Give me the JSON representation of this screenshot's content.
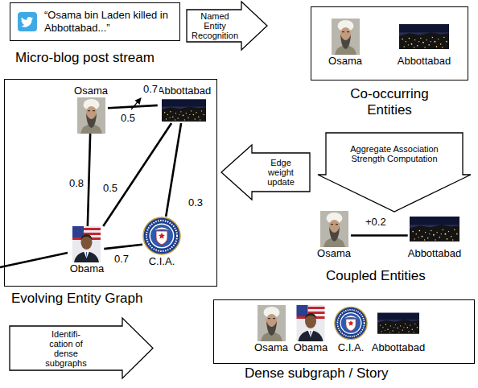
{
  "diagram": {
    "nodes": [
      {
        "text": [
          "“Osama bin Laden killed in Abbottabad...”",
          "Micro-blog post stream"
        ]
      },
      {
        "text": [
          "Named Entity Recognition"
        ]
      },
      {
        "text": [
          "Co-occurring Entities"
        ]
      },
      {
        "text": [
          "Osama"
        ],
        "in": 2
      },
      {
        "text": [
          "Abbottabad"
        ],
        "in": 2
      },
      {
        "text": [
          "Aggregate Association Strength Computation"
        ]
      },
      {
        "text": [
          "Osama"
        ]
      },
      {
        "text": [
          "Abbottabad"
        ]
      },
      {
        "text": [
          "Edge weight update"
        ]
      },
      {
        "text": [
          "Evolving Entity Graph"
        ]
      },
      {
        "text": [
          "Osama"
        ],
        "in": 9
      },
      {
        "text": [
          "Abbottabad"
        ],
        "in": 9
      },
      {
        "text": [
          "Obama"
        ],
        "in": 9
      },
      {
        "text": [
          "C.I.A."
        ],
        "in": 9
      },
      {
        "text": [
          "Identifi- cation of dense subgraphs"
        ]
      },
      {
        "text": [
          "Dense subgraph / Story"
        ]
      },
      {
        "text": [
          "Osama"
        ],
        "in": 15
      },
      {
        "text": [
          "Obama"
        ],
        "in": 15
      },
      {
        "text": [
          "C.I.A."
        ],
        "in": 15
      },
      {
        "text": [
          "Abbottabad"
        ],
        "in": 15
      }
    ],
    "edges": [
      {
        "from": 6,
        "to": 7,
        "label": "+0.2",
        "arrow": "none"
      },
      {
        "from": 10,
        "to": 11,
        "label": "0.5",
        "arrow": "none"
      },
      {
        "from": 10,
        "to": 12,
        "label": "0.8",
        "arrow": "none"
      },
      {
        "from": 12,
        "to": 11,
        "label": "0.5",
        "arrow": "none"
      },
      {
        "from": 11,
        "to": 13,
        "label": "0.3",
        "arrow": "none"
      },
      {
        "from": 12,
        "to": 13,
        "label": "0.7",
        "arrow": "none"
      }
    ],
    "labels": [
      "Coupled Entities",
      "0.7"
    ]
  }
}
